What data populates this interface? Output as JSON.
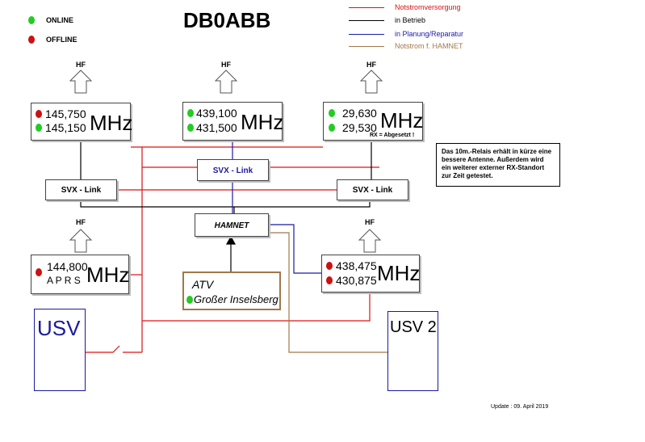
{
  "title": "DB0ABB",
  "status_legend": {
    "online": "ONLINE",
    "offline": "OFFLINE",
    "online_color": "#22cc22",
    "offline_color": "#cc1111"
  },
  "line_legend": {
    "emergency_power": "Notstromversorgung",
    "in_operation": "in Betrieb",
    "planning": "in Planung/Reparatur",
    "hamnet_power": "Notstrom f. HAMNET"
  },
  "colors": {
    "emergency_power": "#e01010",
    "in_operation": "#000000",
    "planning": "#1a1aa0",
    "hamnet_power": "#a0784a"
  },
  "hf_label": "HF",
  "mhz_label": "MHz",
  "repeaters": {
    "two_m": {
      "freq1": "145,750",
      "freq2": "145,150",
      "status1": "offline",
      "status2": "online"
    },
    "seventy_cm": {
      "freq1": "439,100",
      "freq2": "431,500",
      "status1": "online",
      "status2": "online"
    },
    "ten_m": {
      "freq1": "29,630",
      "freq2": "29,530",
      "status1": "online",
      "status2": "online",
      "note": "RX = Abgesetzt !"
    },
    "aprs": {
      "freq1": "144,800",
      "freq2": "A P R S",
      "status1": "offline"
    },
    "seventy_cm_2": {
      "freq1": "438,475",
      "freq2": "430,875",
      "status1": "offline",
      "status2": "offline"
    }
  },
  "svx_top": "SVX - Link",
  "svx_left": "SVX - Link",
  "svx_right": "SVX - Link",
  "hamnet": "HAMNET",
  "atv": {
    "title": "ATV",
    "site": "Großer Inselsberg",
    "status": "online"
  },
  "usv1": "USV",
  "usv2": "USV 2",
  "note": "Das 10m.-Relais erhält in kürze eine bessere Antenne. Außerdem wird ein weiterer externer RX-Standort zur Zeit getestet.",
  "update": "Update : 09. April 2019"
}
